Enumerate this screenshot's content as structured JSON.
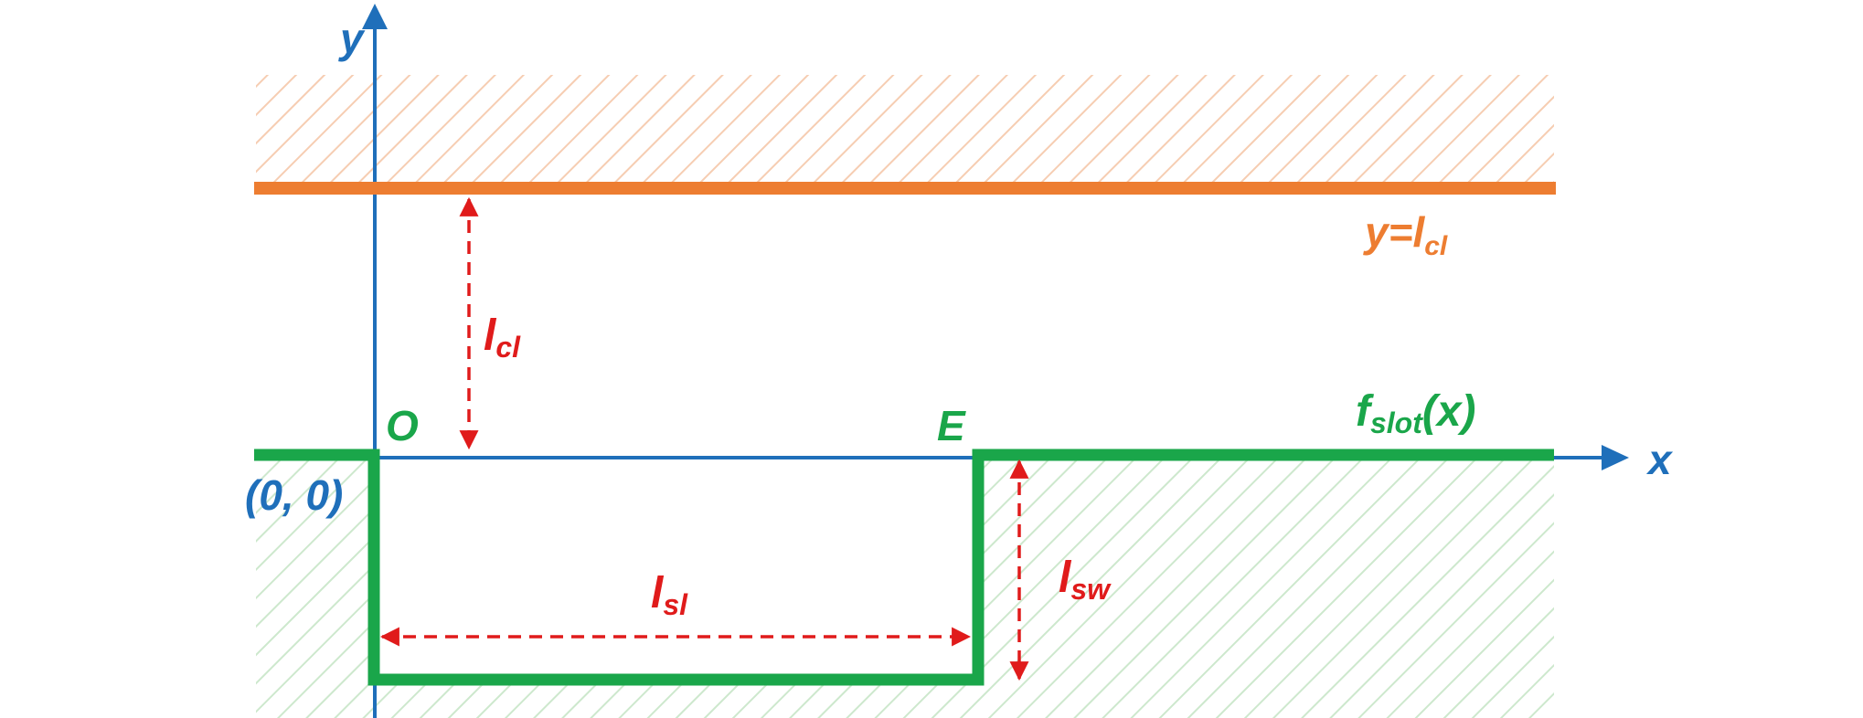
{
  "colors": {
    "axis": "#1f6fba",
    "ceiling": "#ed7d31",
    "slot": "#1aa64a",
    "dimension": "#e01b1b",
    "ceiling_hatch": "#f6cdb2",
    "slot_hatch": "#cde8cd"
  },
  "axes": {
    "x_label": "x",
    "y_label": "y"
  },
  "points": {
    "origin": "O",
    "origin_coords": "(0, 0)",
    "end": "E"
  },
  "ceiling": {
    "eq_prefix": "y=l",
    "eq_sub": "cl"
  },
  "slot_function": {
    "main": "f",
    "sub": "slot",
    "arg": "(x)"
  },
  "dimensions": {
    "clearance": {
      "main": "l",
      "sub": "cl"
    },
    "slot_length": {
      "main": "l",
      "sub": "sl"
    },
    "slot_width": {
      "main": "l",
      "sub": "sw"
    }
  }
}
